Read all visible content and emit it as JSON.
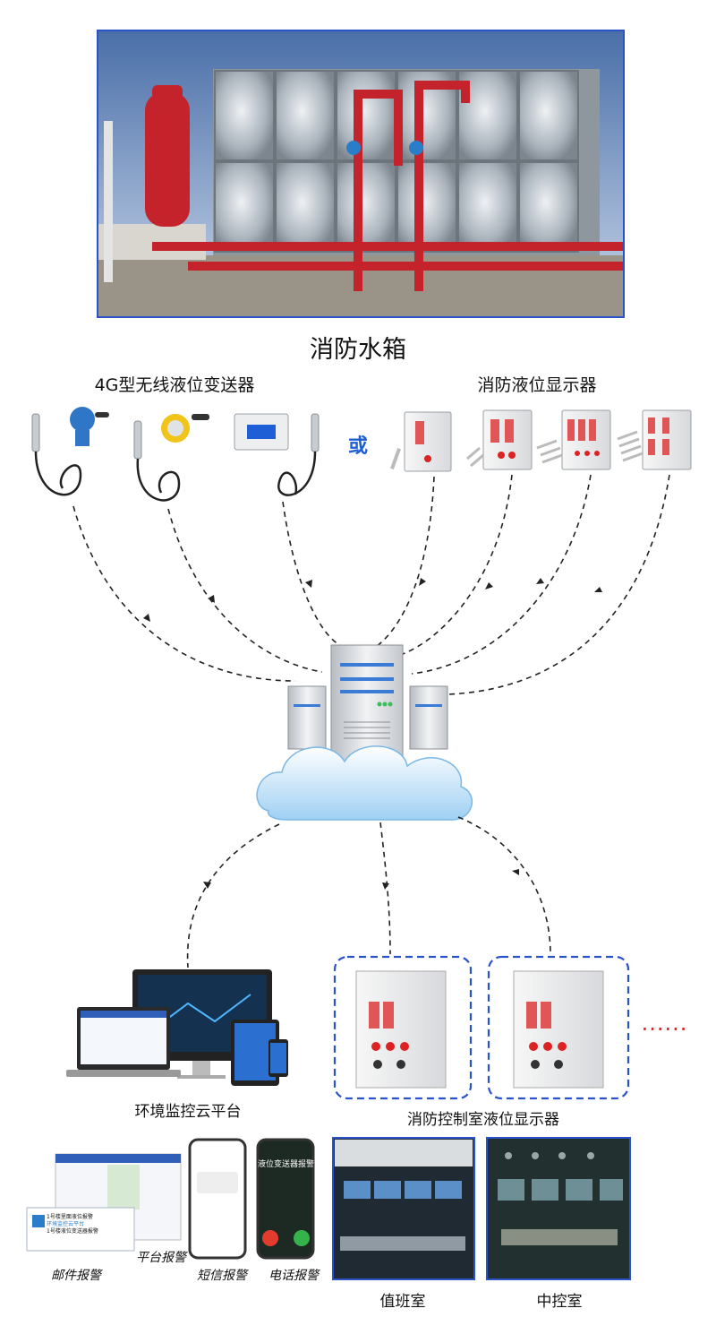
{
  "title": "消防水箱",
  "left_group_label": "4G型无线液位变送器",
  "right_group_label": "消防液位显示器",
  "or_label": "或",
  "cloud_platform_label": "环境监控云平台",
  "cabinet_label": "消防控制室液位显示器",
  "more_label": "......",
  "alarms": {
    "email": "邮件报警",
    "platform": "平台报警",
    "sms": "短信报警",
    "phone": "电话报警"
  },
  "rooms": {
    "duty": "值班室",
    "central": "中控室"
  },
  "phone_screens": {
    "call_title": "液位变送器报警"
  },
  "email_card": {
    "line1": "1号楼里面液位报警",
    "line2": "环境监控云平台",
    "line3": "1号楼液位变送器报警"
  },
  "colors": {
    "frame_blue": "#2a52c9",
    "or_blue": "#1e5fd6",
    "pipe_red": "#c4232b",
    "dots_red": "#d22"
  }
}
